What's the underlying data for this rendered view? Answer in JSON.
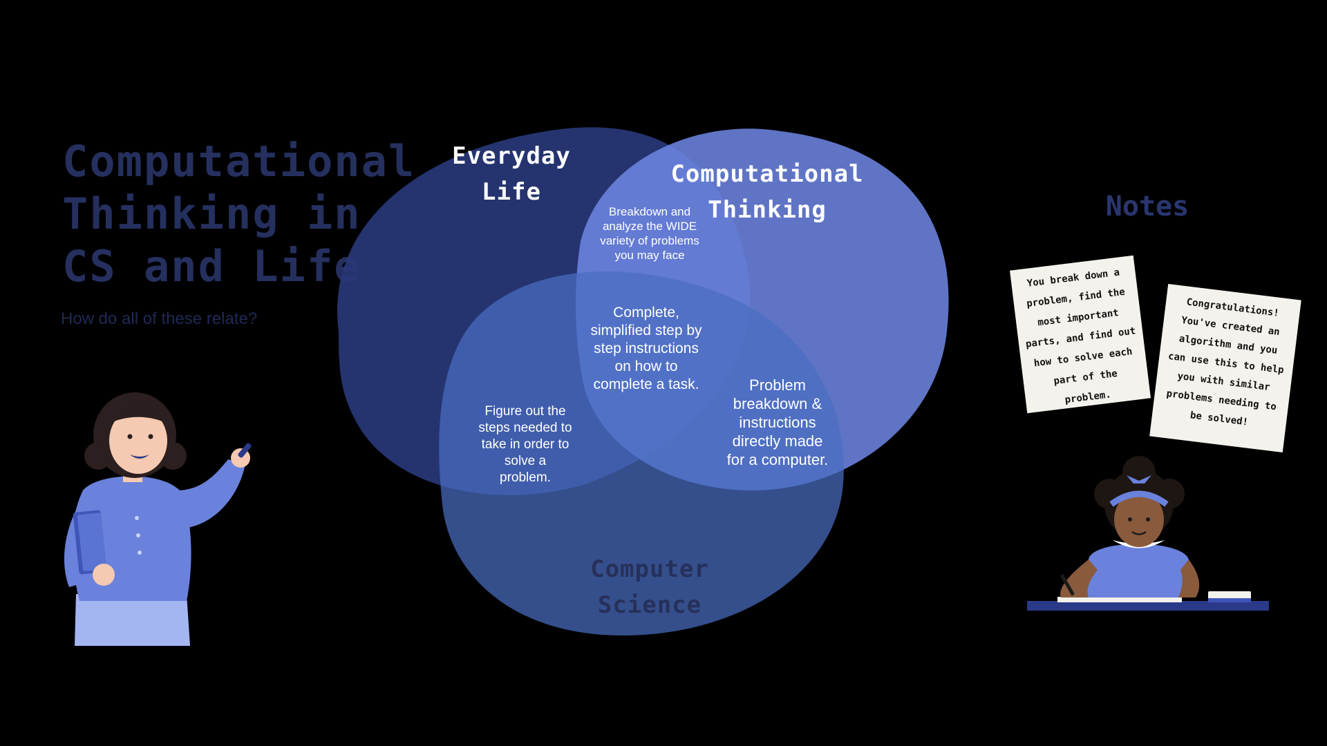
{
  "slide": {
    "title": "Computational\nThinking in\nCS and Life",
    "subtitle": "How do all of these relate?"
  },
  "venn": {
    "circles": {
      "everyday_life": {
        "label": "Everyday\nLife",
        "color": "#283878"
      },
      "computational_thinking": {
        "label": "Computational\nThinking",
        "color": "#6e86e4"
      },
      "computer_science": {
        "label": "Computer\nScience",
        "color": "#3e5fa8"
      }
    },
    "regions": {
      "everyday_and_ct": "Breakdown and\nanalyze the WIDE\nvariety of problems\nyou may face",
      "all_three": "Complete,\nsimplified step by\nstep instructions\non how to\ncomplete a task.",
      "everyday_and_cs": "Figure out the\nsteps needed to\ntake in order to\nsolve a\nproblem.",
      "ct_and_cs": "Problem\nbreakdown &\ninstructions\ndirectly made\nfor a computer."
    }
  },
  "notes": {
    "title": "Notes",
    "items": [
      "You break down a\nproblem, find the\nmost important\nparts, and find out\nhow to solve each\npart of the\nproblem.",
      "Congratulations!\nYou've created an\nalgorithm and you\ncan use this to help\nyou with similar\nproblems needing to\nbe solved!"
    ]
  },
  "illustrations": {
    "teacher": "teacher-pointing-illustration",
    "student": "student-writing-illustration"
  },
  "colors": {
    "background": "#000000",
    "title": "#25305f",
    "accent": "#6e86e4"
  }
}
